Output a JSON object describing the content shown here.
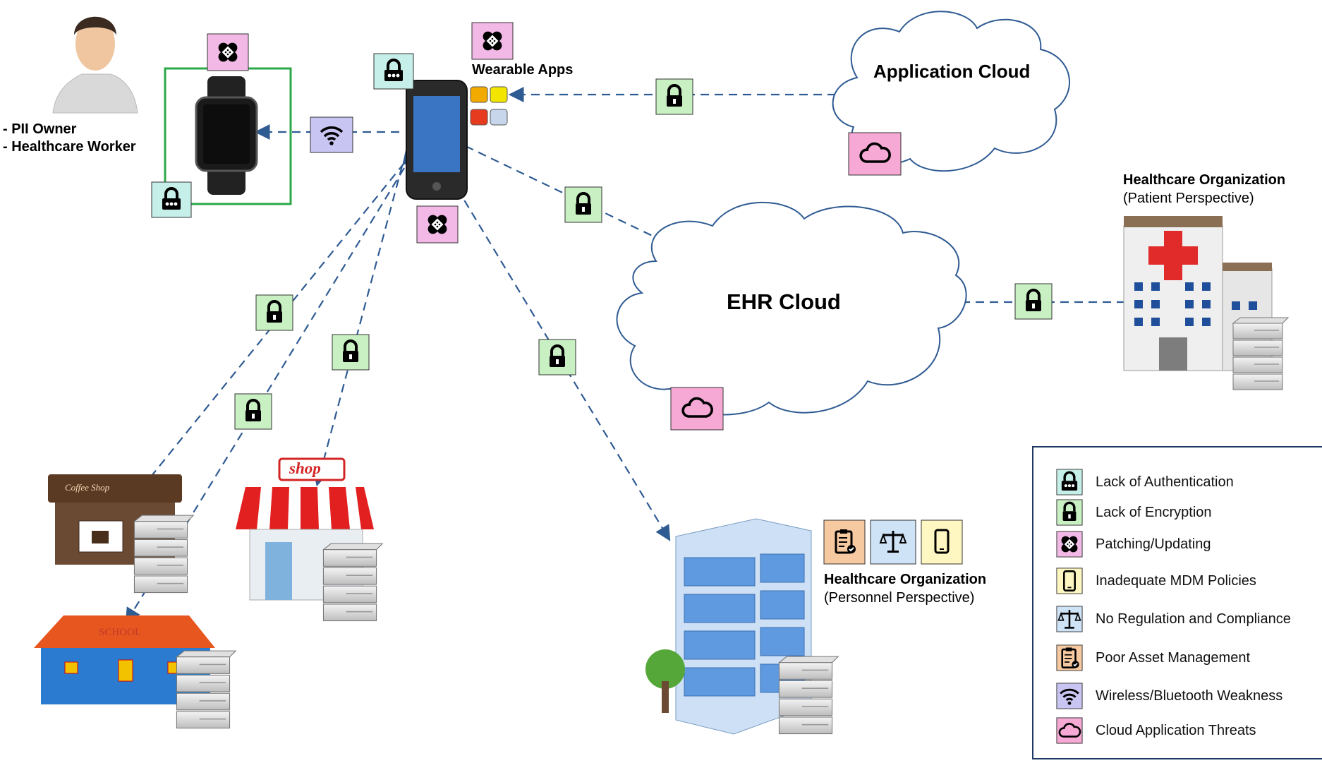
{
  "actor": {
    "line1": "- PII Owner",
    "line2": "- Healthcare Worker"
  },
  "wearable_apps_label": "Wearable Apps",
  "app_cloud_label": "Application Cloud",
  "ehr_cloud_label": "EHR Cloud",
  "healthcare_patient": {
    "title": "Healthcare Organization",
    "subtitle": "(Patient Perspective)"
  },
  "healthcare_personnel": {
    "title": "Healthcare Organization",
    "subtitle": "(Personnel Perspective)"
  },
  "shop_sign": "shop",
  "coffee_sign": "Coffee Shop",
  "school_sign": "SCHOOL",
  "legend": [
    {
      "icon": "lock-outline-icon",
      "label": "Lack of Authentication",
      "color": "#c6efe9"
    },
    {
      "icon": "lock-icon",
      "label": "Lack of Encryption",
      "color": "#c9f0c3"
    },
    {
      "icon": "bandage-icon",
      "label": "Patching/Updating",
      "color": "#f2b8e6"
    },
    {
      "icon": "phone-icon",
      "label": "Inadequate MDM Policies",
      "color": "#fff7c2"
    },
    {
      "icon": "scales-icon",
      "label": "No Regulation and Compliance",
      "color": "#cfe3f7"
    },
    {
      "icon": "clipboard-icon",
      "label": "Poor Asset Management",
      "color": "#f7c9a0"
    },
    {
      "icon": "wifi-icon",
      "label": "Wireless/Bluetooth Weakness",
      "color": "#c9c5f2"
    },
    {
      "icon": "cloud-icon",
      "label": "Cloud Application Threats",
      "color": "#f7a9d6"
    }
  ],
  "colors": {
    "arrow": "#2f5b93",
    "watch_frame": "#2ba84a"
  }
}
